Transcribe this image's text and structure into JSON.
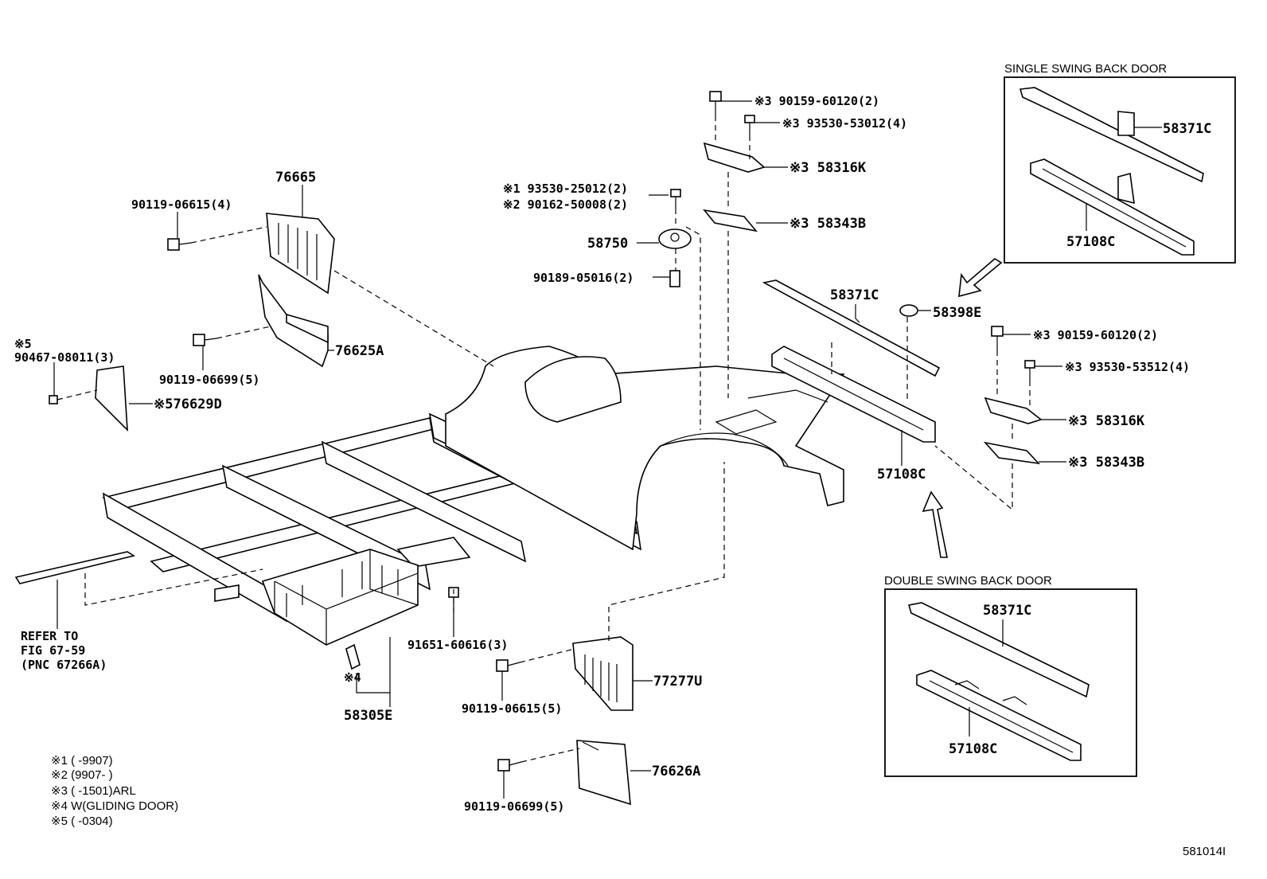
{
  "insets": {
    "single": {
      "title": "SINGLE SWING  BACK DOOR",
      "parts": [
        "58371C",
        "57108C"
      ]
    },
    "double": {
      "title": "DOUBLE SWING  BACK DOOR",
      "parts": [
        "58371C",
        "57108C"
      ]
    }
  },
  "labels": {
    "p76665": "76665",
    "b90119_06615_4": "90119-06615(4)",
    "p76625A": "76625A",
    "b90119_06699_5a": "90119-06699(5)",
    "note5_mark": "※5",
    "b90467": "90467-08011(3)",
    "p76629D": "※576629D",
    "b93530_25012": "※1 93530-25012(2)",
    "b90162": "※2 90162-50008(2)",
    "p58750": "58750",
    "b90189": "90189-05016(2)",
    "b90159a": "※3 90159-60120(2)",
    "b93530_53012": "※3 93530-53012(4)",
    "p58316K_a": "※3 58316K",
    "p58343B_a": "※3 58343B",
    "p58371C": "58371C",
    "p58398E": "58398E",
    "b90159b": "※3 90159-60120(2)",
    "b93530_53512": "※3 93530-53512(4)",
    "p58316K_b": "※3 58316K",
    "p58343B_b": "※3 58343B",
    "p57108C": "57108C",
    "refer1": "REFER TO",
    "refer2": "FIG 67-59",
    "refer3": "(PNC 67266A)",
    "b91651": "91651-60616(3)",
    "note4_mark": "※4",
    "p58305E": "58305E",
    "b90119_06615_5": "90119-06615(5)",
    "p77277U": "77277U",
    "b90119_06699_5b": "90119-06699(5)",
    "p76626A": "76626A",
    "fig_id": "581014I"
  },
  "notes": [
    "※1 (       -9907)",
    "※2 (9907-       )",
    "※3 (       -1501)ARL",
    "※4 W(GLIDING DOOR)",
    "※5 (       -0304)"
  ]
}
